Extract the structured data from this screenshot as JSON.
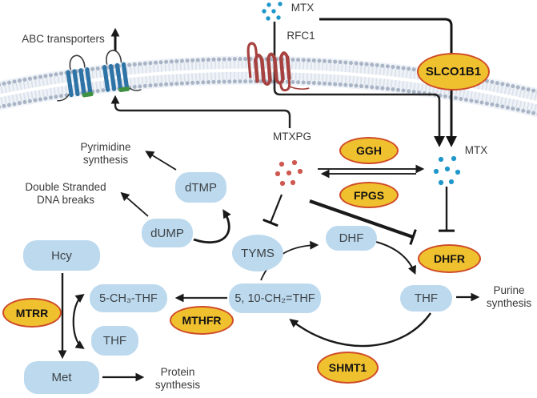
{
  "diagram": {
    "extracellular": {
      "mtx": "MTX",
      "rfc1": "RFC1",
      "abc_transporters": "ABC transporters",
      "slco1b1": "SLCO1B1"
    },
    "intracellular": {
      "mtxpg": "MTXPG",
      "mtx": "MTX"
    },
    "enzymes": {
      "ggh": "GGH",
      "fpgs": "FPGS",
      "dhfr": "DHFR",
      "mtrr": "MTRR",
      "mthfr": "MTHFR",
      "shmt1": "SHMT1"
    },
    "metabolites": {
      "dtmp": "dTMP",
      "dump": "dUMP",
      "hcy": "Hcy",
      "tyms": "TYMS",
      "dhf": "DHF",
      "ch3_thf": "5-CH₃-THF",
      "thf_left": "THF",
      "ch2_thf": "5, 10-CH₂=THF",
      "thf_right": "THF",
      "met": "Met"
    },
    "processes": {
      "pyrimidine": {
        "line1": "Pyrimidine",
        "line2": "synthesis"
      },
      "dna_breaks": {
        "line1": "Double Stranded",
        "line2": "DNA breaks"
      },
      "purine": {
        "line1": "Purine",
        "line2": "synthesis"
      },
      "protein": {
        "line1": "Protein",
        "line2": "synthesis"
      }
    },
    "colors": {
      "metabolite_fill": "#bcd9ee",
      "enzyme_fill": "#f0c12f",
      "enzyme_border": "#cf4b28",
      "mtx_dot": "#1f97cb",
      "mtxpg_dot": "#cf5850",
      "abc_protein": "#2d73a6",
      "abc_foot": "#3f9142",
      "rfc1_protein": "#a64340",
      "membrane_dot": "#a9b5c6",
      "arrow": "#1a1a1a"
    }
  }
}
